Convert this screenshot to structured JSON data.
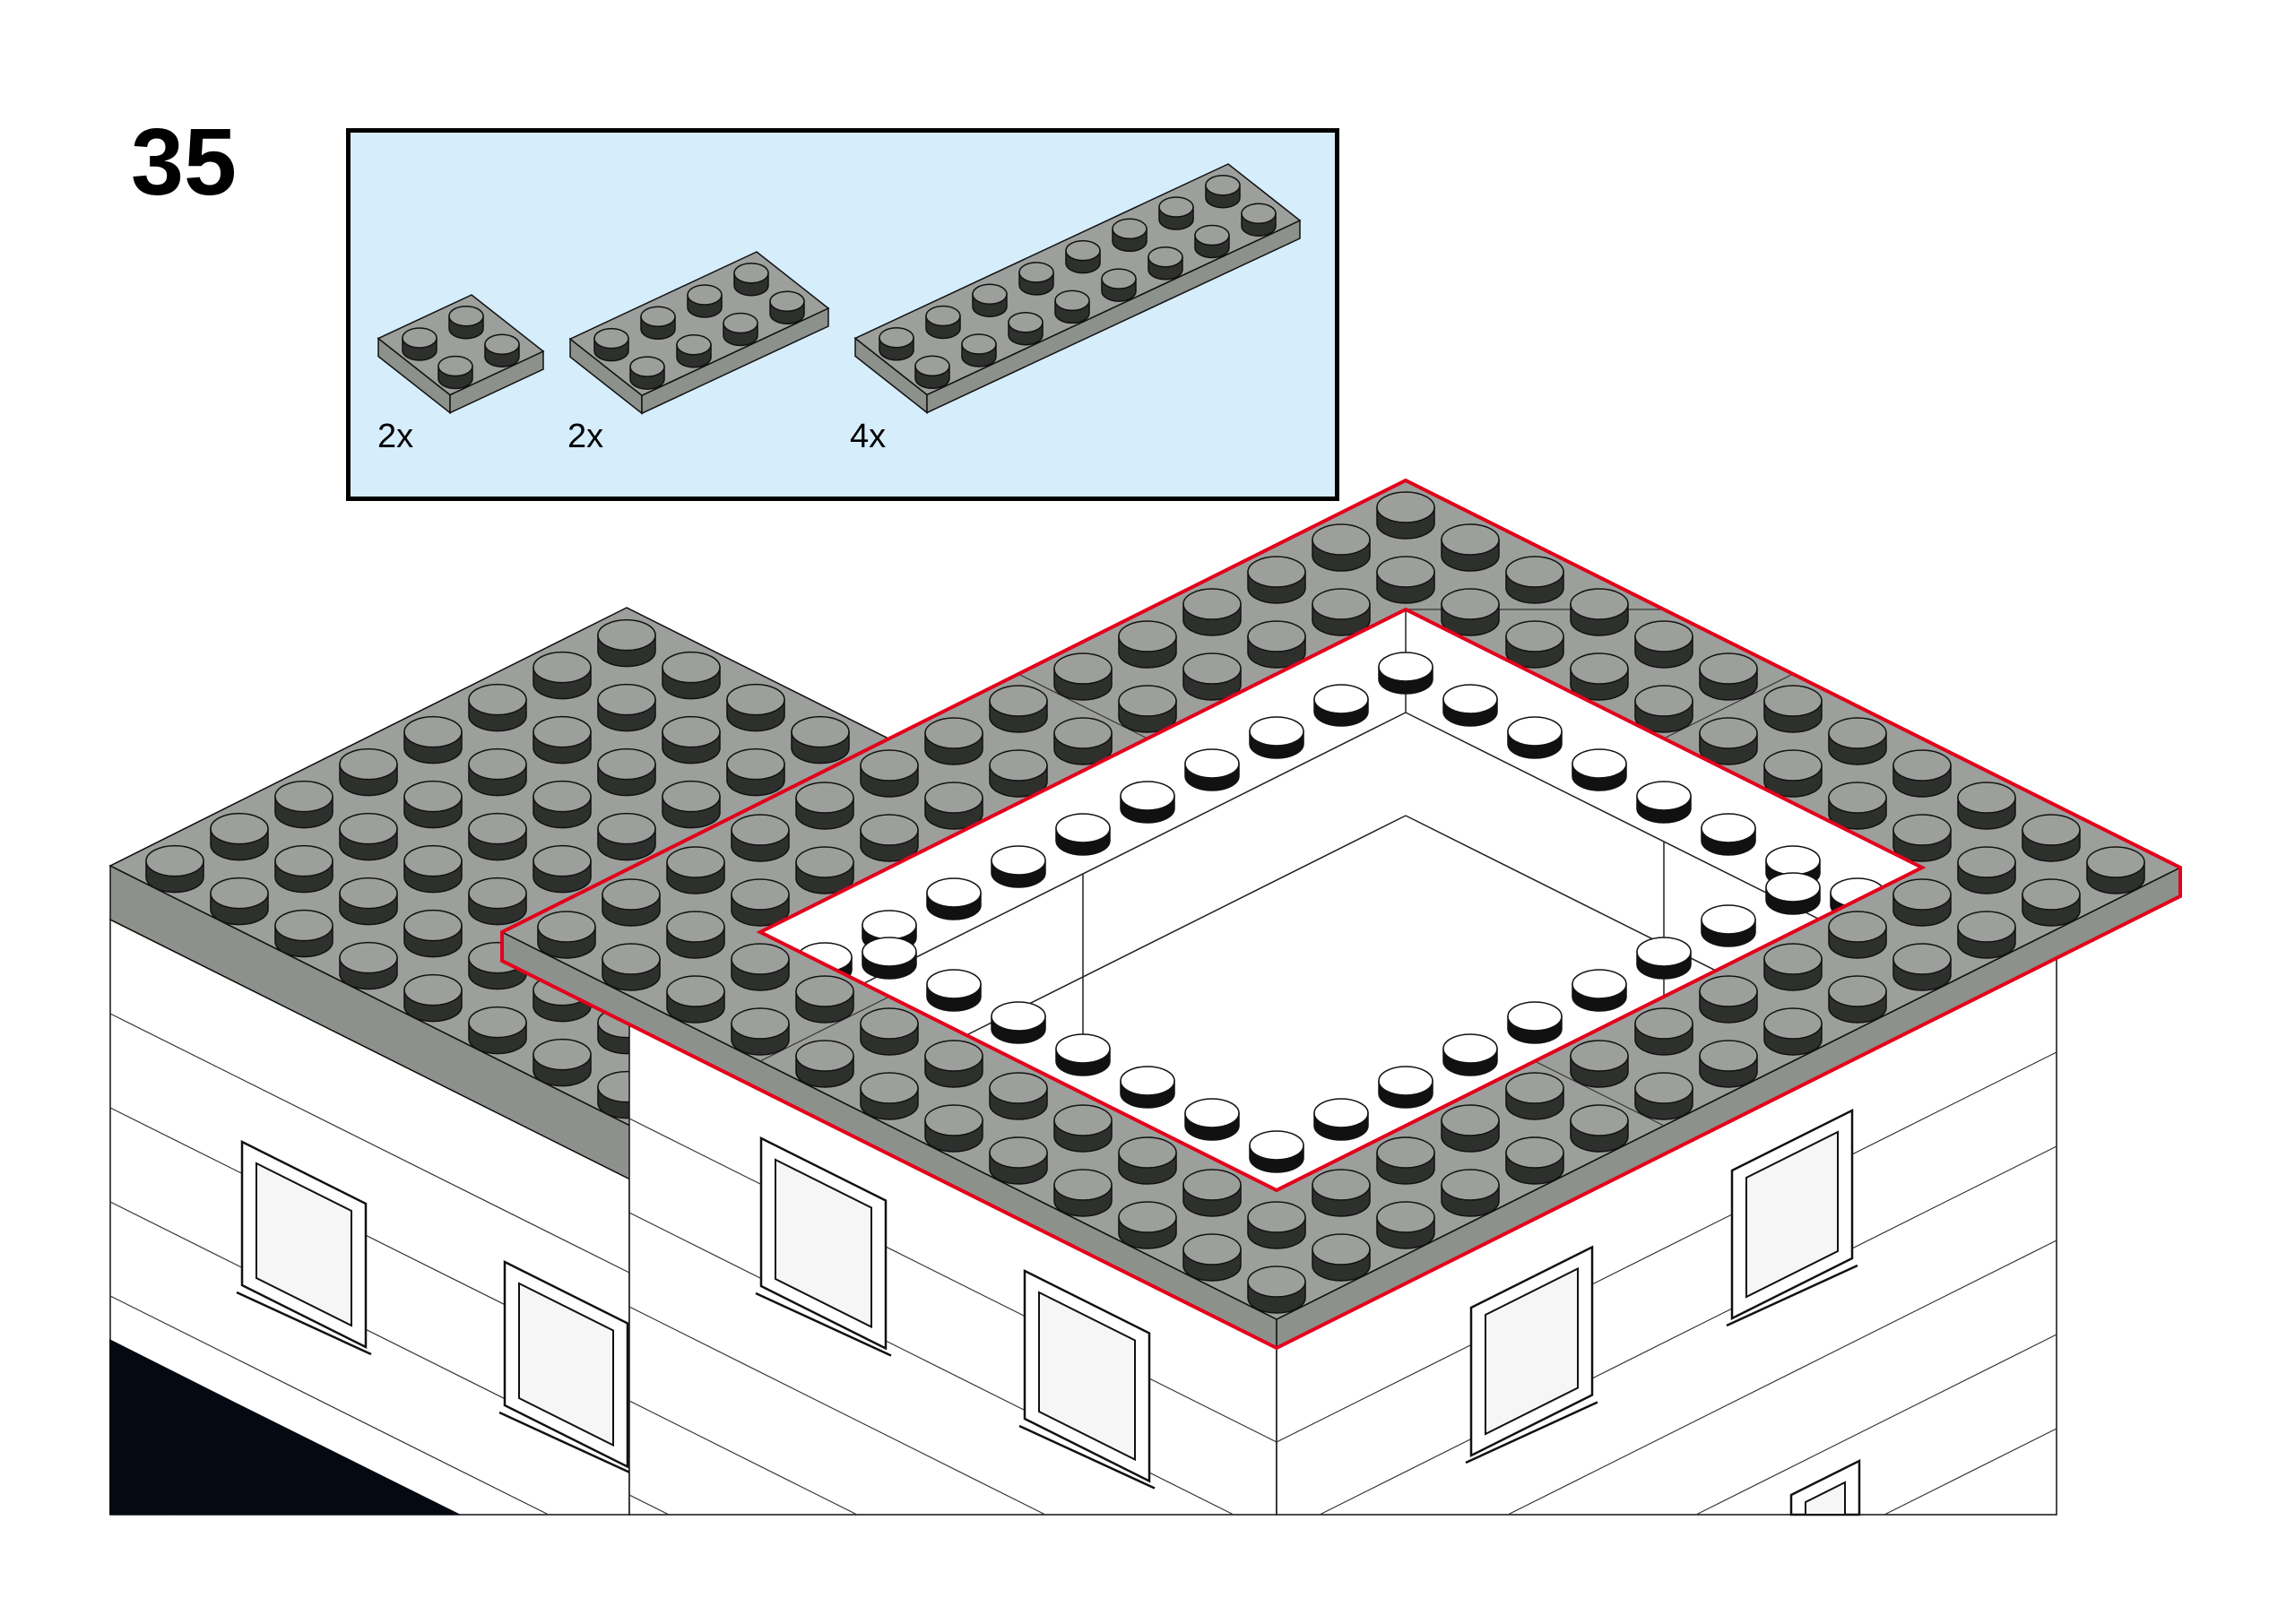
{
  "step_number": "35",
  "parts": [
    {
      "qty": "2x",
      "studs_a": 2,
      "studs_b": 2,
      "name": "plate-2x2"
    },
    {
      "qty": "2x",
      "studs_a": 4,
      "studs_b": 2,
      "name": "plate-2x4"
    },
    {
      "qty": "4x",
      "studs_a": 8,
      "studs_b": 2,
      "name": "plate-2x8"
    }
  ],
  "colors": {
    "parts_box_bg": "#d6edfc",
    "plate_gray": "#9c9f9b",
    "plate_side": "#8d918c",
    "stud_side": "#2e302e",
    "wall_white": "#ffffff",
    "highlight_red": "#e3001b",
    "base_black": "#050a12"
  },
  "model": {
    "new_frame_studs": [
      14,
      12
    ],
    "frame_hole_studs": [
      [
        2,
        2
      ],
      [
        12,
        10
      ]
    ]
  }
}
